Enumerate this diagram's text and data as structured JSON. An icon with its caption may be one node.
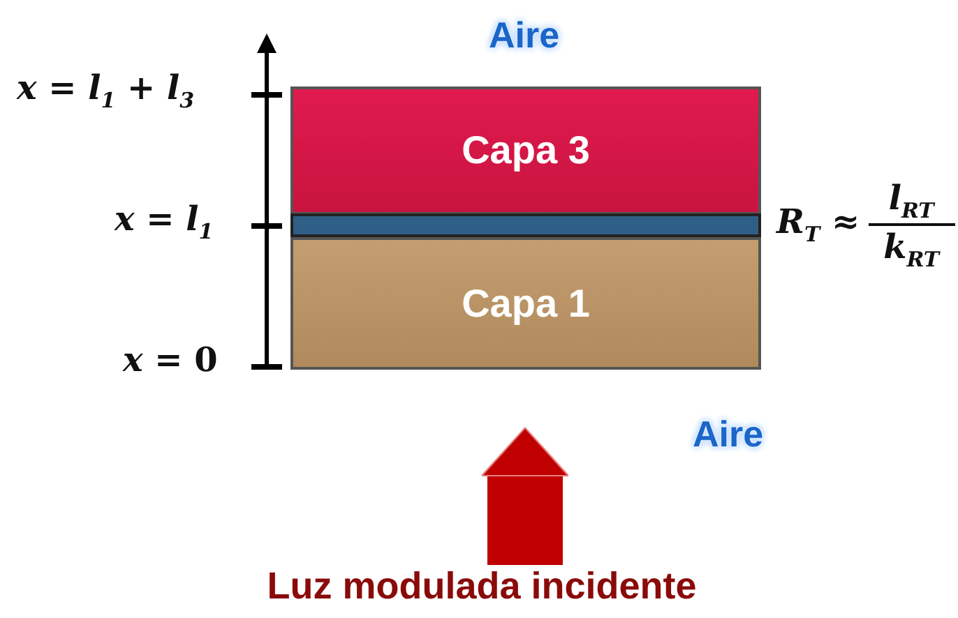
{
  "diagram": {
    "nodes": [
      {
        "text": [
          "Capa 3"
        ]
      },
      {
        "text": [],
        "shape": "bar",
        "beside": [
          "*R*$_{T}$ ≈",
          "*l*$_{RT}$",
          "*k*$_{RT}$"
        ]
      },
      {
        "text": [
          "Capa 1"
        ]
      },
      {
        "text": [
          "Luz modulada incidente"
        ]
      }
    ],
    "edges": [
      {
        "from": 3,
        "to": 2,
        "arrow": "to"
      }
    ],
    "labels": [
      "Aire",
      "*x* = *l*$_{1}$ + *l*$_{3}$",
      "*x* = *l*$_{1}$",
      "*x* = 0",
      "Aire"
    ]
  }
}
